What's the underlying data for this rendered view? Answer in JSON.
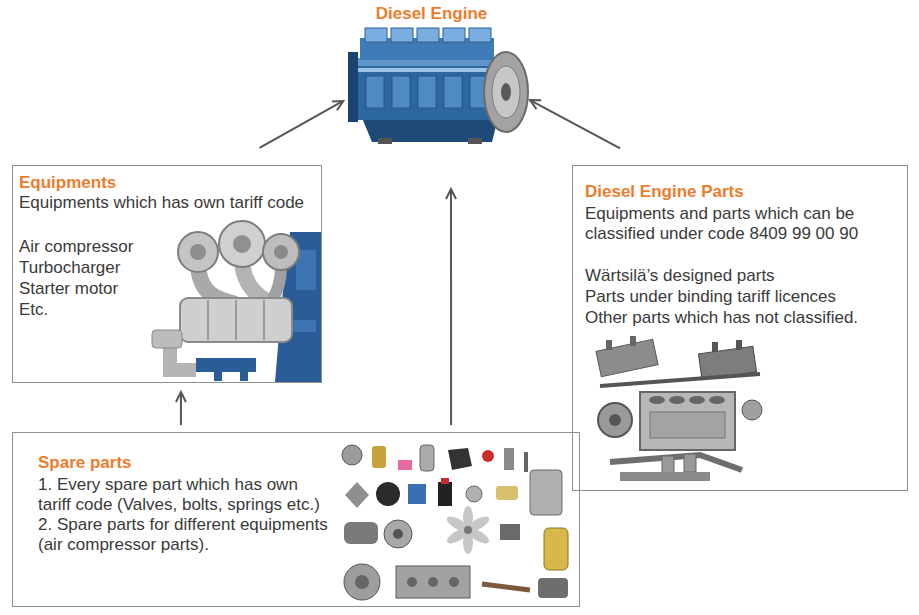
{
  "diagram": {
    "nodes": [
      {
        "text": [
          "Diesel Engine"
        ]
      },
      {
        "text": [
          "Equipments",
          "Equipments which has own tariff code",
          "Air compressor",
          "Turbocharger",
          "Starter motor",
          "Etc."
        ]
      },
      {
        "text": [
          "Diesel Engine Parts",
          "Equipments and parts which can be classified under code 8409 99 00 90",
          "Wärtsilä’s designed parts",
          "Parts under binding tariff licences",
          "Other parts which has not classified."
        ]
      },
      {
        "text": [
          "Spare parts",
          "1. Every spare part which has own tariff code (Valves, bolts, springs etc.)",
          "2. Spare parts for different equipments (air compressor parts)."
        ]
      }
    ],
    "edges": [
      {
        "from": 1,
        "to": 0,
        "arrow": "to"
      },
      {
        "from": 2,
        "to": 0,
        "arrow": "to"
      },
      {
        "from": 3,
        "to": 0,
        "arrow": "to"
      },
      {
        "from": 3,
        "to": 1,
        "arrow": "to"
      }
    ]
  }
}
